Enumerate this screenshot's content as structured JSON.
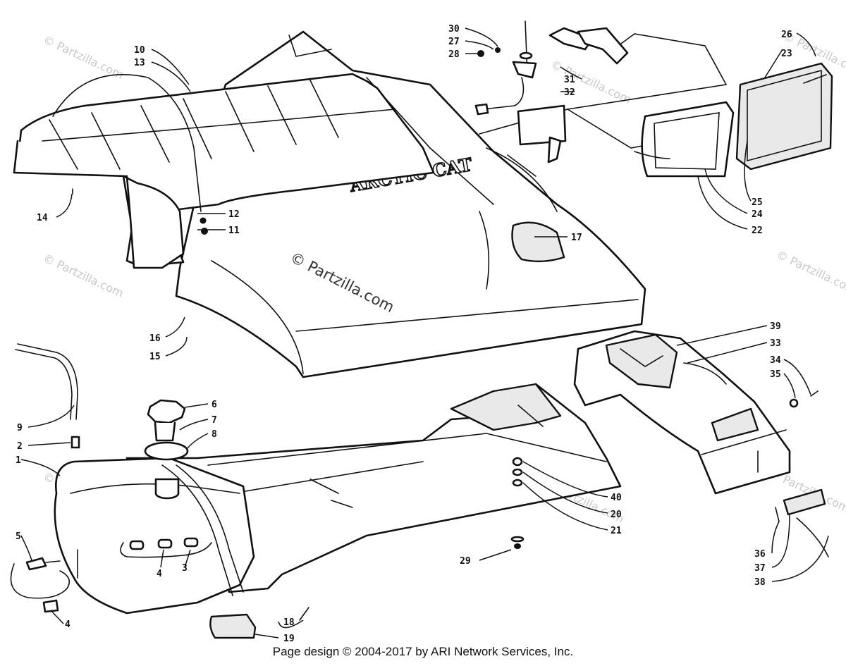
{
  "diagram": {
    "brand_text": "ARCTIC CAT",
    "watermarks": {
      "main": "© Partzilla.com",
      "faint": "© Partzilla.com"
    },
    "callouts": {
      "c1": "1",
      "c2": "2",
      "c3": "3",
      "c4a": "4",
      "c4b": "4",
      "c5": "5",
      "c6": "6",
      "c7": "7",
      "c8": "8",
      "c9": "9",
      "c10": "10",
      "c11": "11",
      "c12": "12",
      "c13": "13",
      "c14": "14",
      "c15": "15",
      "c16": "16",
      "c17": "17",
      "c18": "18",
      "c19": "19",
      "c20": "20",
      "c21": "21",
      "c22": "22",
      "c23": "23",
      "c24": "24",
      "c25": "25",
      "c26": "26",
      "c27": "27",
      "c28": "28",
      "c29": "29",
      "c30": "30",
      "c31": "31",
      "c32": "32",
      "c33": "33",
      "c34": "34",
      "c35": "35",
      "c36": "36",
      "c37": "37",
      "c38": "38",
      "c39": "39",
      "c40": "40"
    }
  },
  "footer": {
    "text": "Page design © 2004-2017 by ARI Network Services, Inc."
  }
}
